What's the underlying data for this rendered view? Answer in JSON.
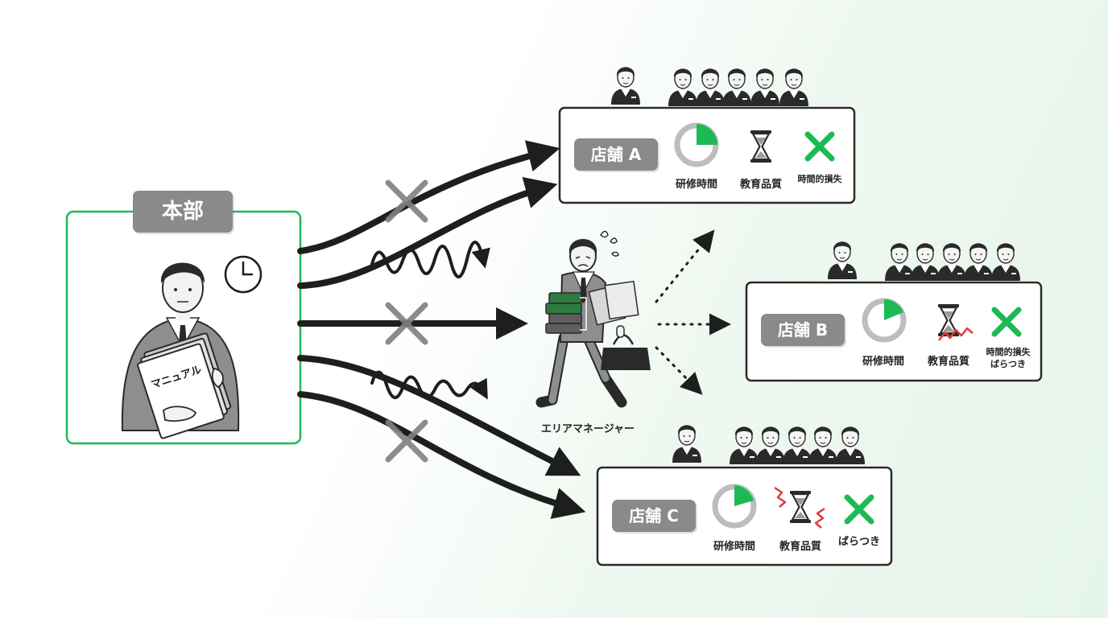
{
  "headquarters": {
    "label": "本部",
    "manual_label": "マニュアル"
  },
  "area_manager": {
    "label": "エリアマネージャー"
  },
  "stores": [
    {
      "name": "店舗 A",
      "metrics": [
        "研修時間",
        "教育品質",
        "時間的損失"
      ]
    },
    {
      "name": "店舗 B",
      "metrics": [
        "研修時間",
        "教育品質",
        "時間的損失",
        "ばらつき"
      ]
    },
    {
      "name": "店舗 C",
      "metrics": [
        "研修時間",
        "教育品質",
        "ばらつき"
      ]
    }
  ],
  "colors": {
    "accent": "#1db954",
    "warning": "#e03a3a",
    "tag": "#8a8a8a",
    "ink": "#222222"
  }
}
